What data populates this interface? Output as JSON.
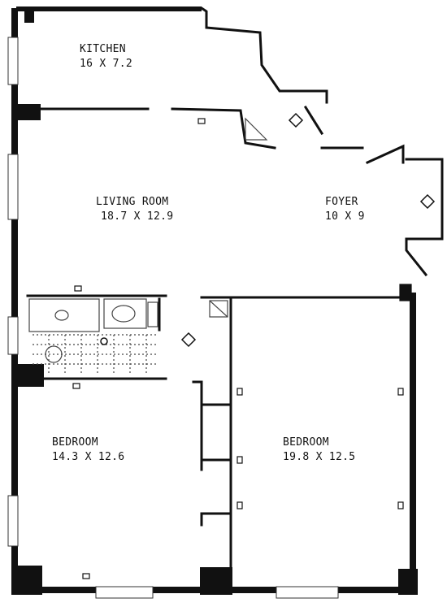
{
  "rooms": {
    "kitchen": {
      "name": "KITCHEN",
      "size": "16 X 7.2"
    },
    "living_room": {
      "name": "LIVING ROOM",
      "size": "18.7 X 12.9"
    },
    "foyer": {
      "name": "FOYER",
      "size": "10 X 9"
    },
    "bedroom_left": {
      "name": "BEDROOM",
      "size": "14.3 X 12.6"
    },
    "bedroom_right": {
      "name": "BEDROOM",
      "size": "19.8 X 12.5"
    }
  },
  "colors": {
    "wall": "#111111",
    "fixture": "#444444",
    "background": "#ffffff"
  }
}
